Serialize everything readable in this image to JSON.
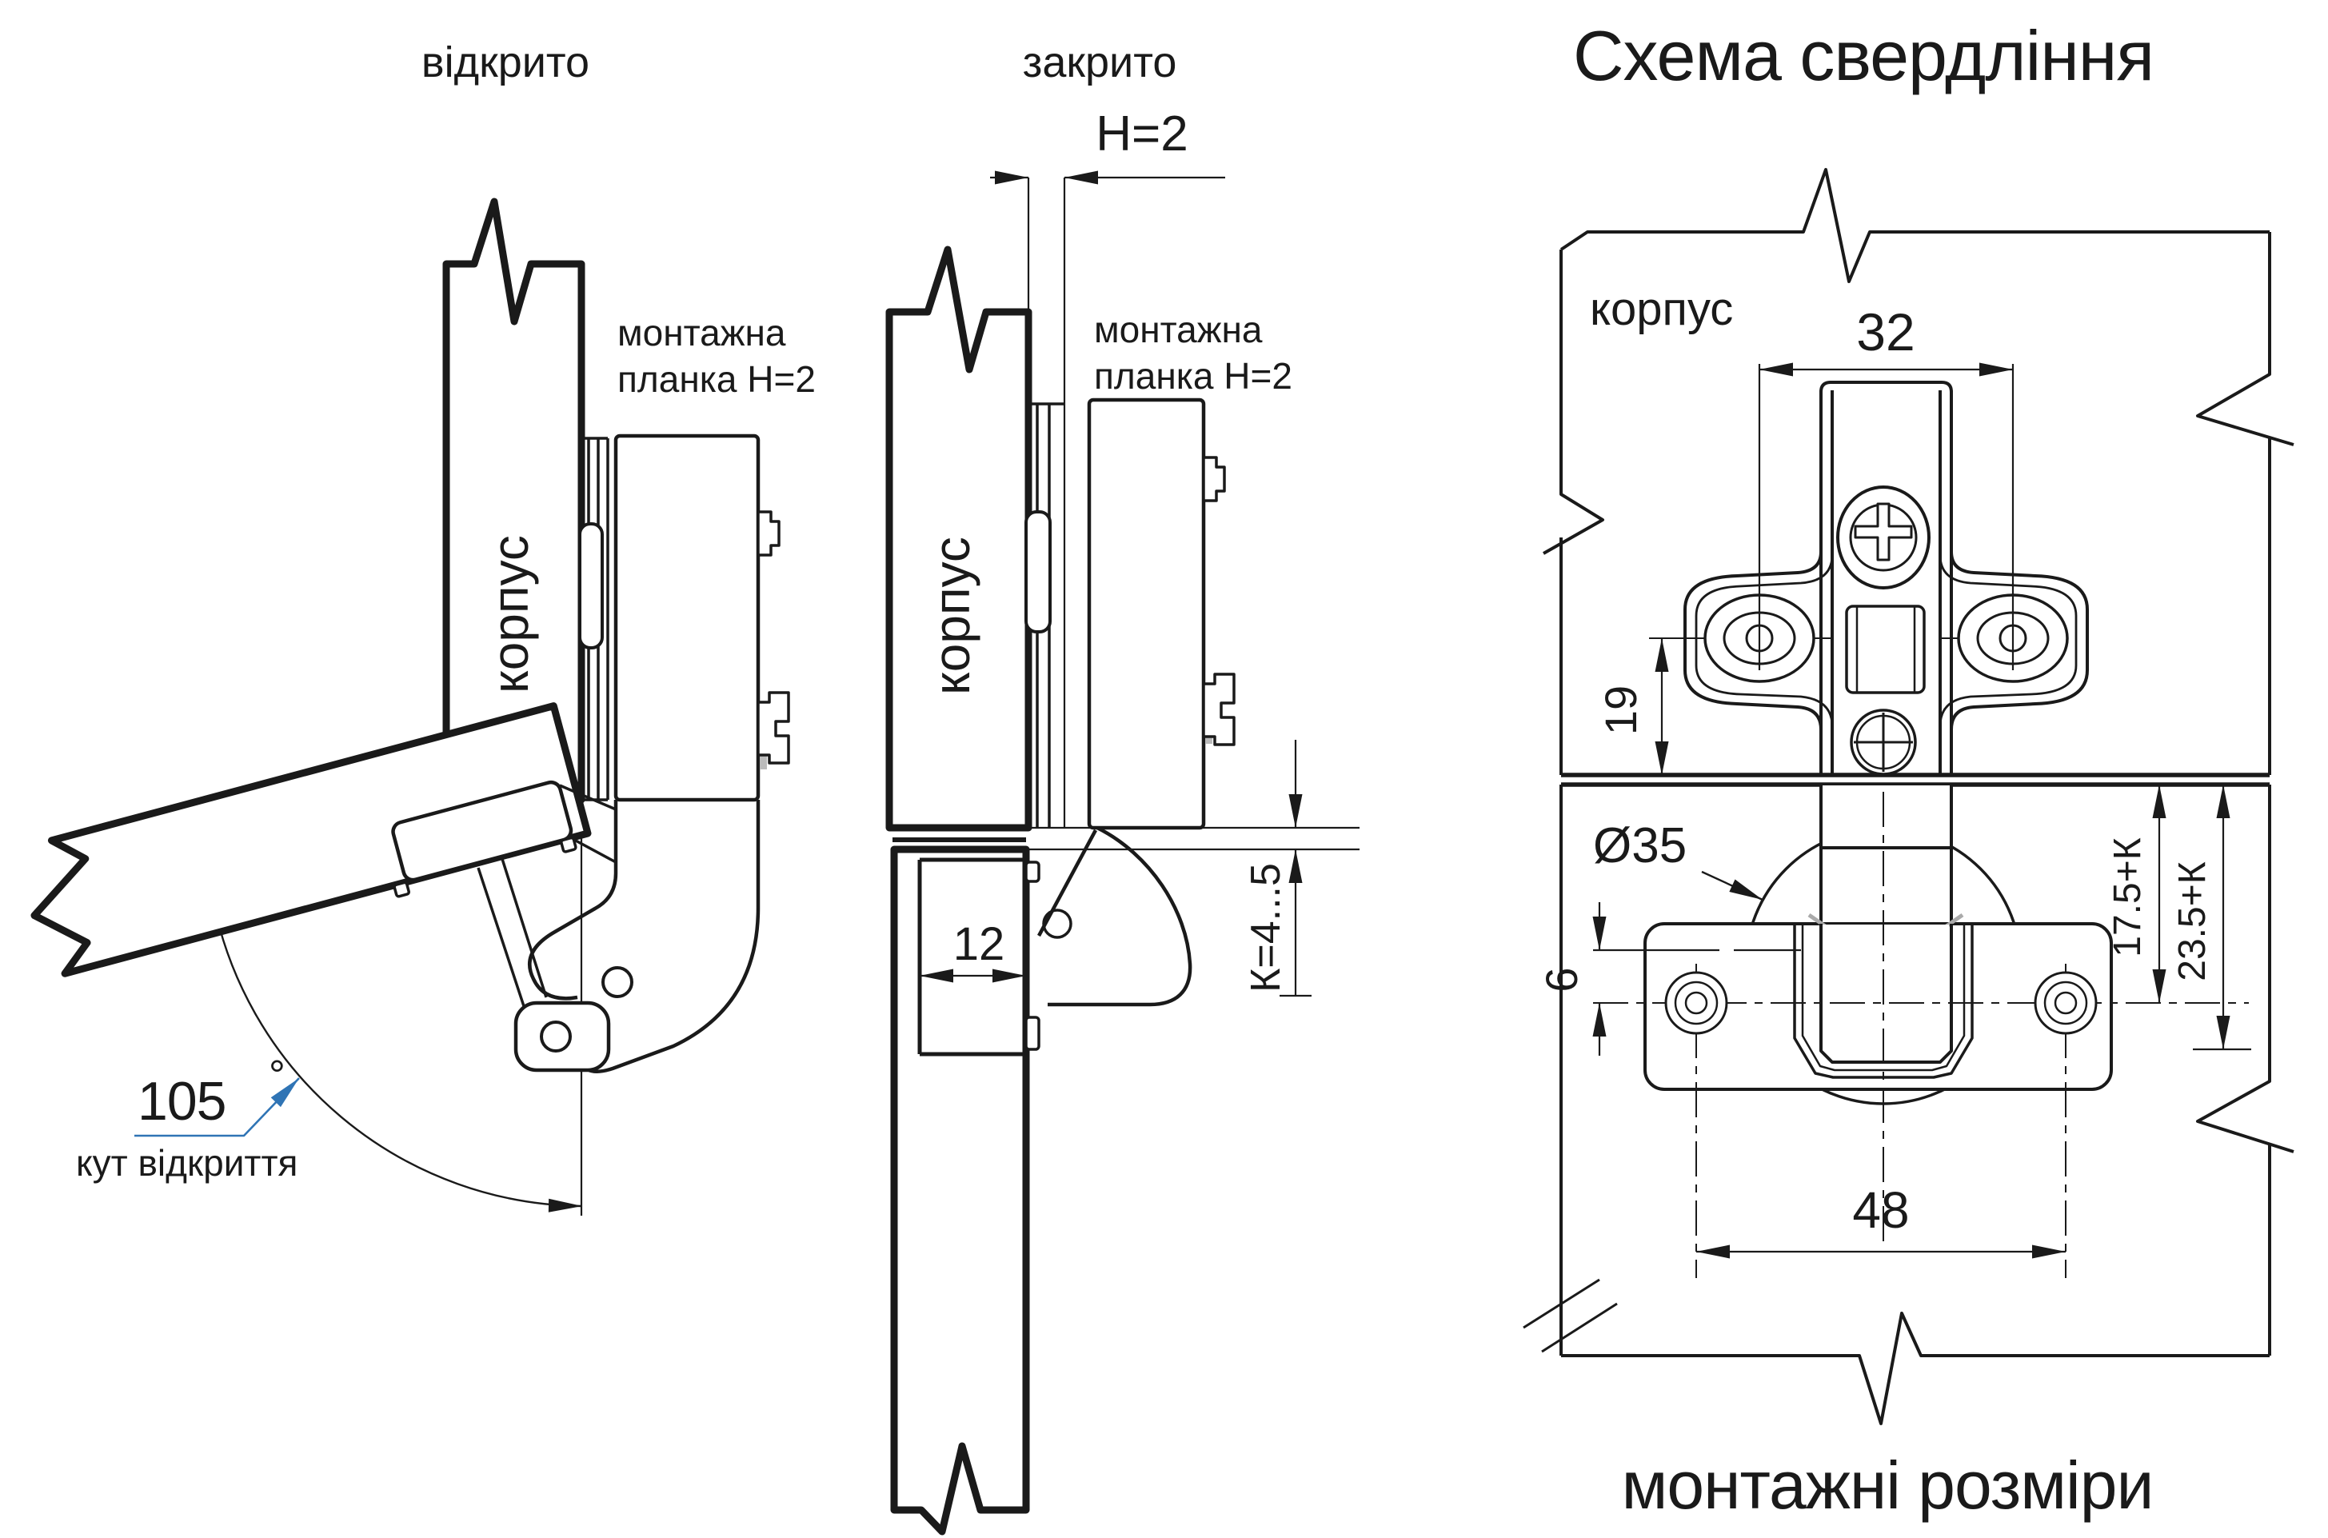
{
  "diagram": {
    "type": "furniture-hinge-technical-drawing",
    "views": {
      "open": {
        "title": "відкрито",
        "panel_label": "корпус",
        "plate_label_line1": "монтажна",
        "plate_label_line2": "планка Н=2",
        "angle_value": "105",
        "degree": "°",
        "angle_label": "кут відкриття"
      },
      "closed": {
        "title": "закрито",
        "gap_dimension": "Н=2",
        "panel_label": "корпус",
        "plate_label_line1": "монтажна",
        "plate_label_line2": "планка Н=2",
        "cup_depth": "12",
        "clearance": "К=4...5"
      },
      "drilling": {
        "title": "Схема свердління",
        "panel_label": "корпус",
        "dim_row_spacing": "32",
        "dim_plate_to_edge": "19",
        "cup_diameter": "Ø35",
        "dim_arm_axis": "17.5+К",
        "dim_cup_axis": "23.5+К",
        "dim_screw_offset": "6",
        "dim_screw_spacing": "48",
        "footer": "монтажні розміри"
      }
    },
    "colors": {
      "line": "#1a1a1a",
      "accent_blue": "#2f74b5",
      "background": "#ffffff",
      "shade_gray": "#bbbbbb"
    }
  }
}
